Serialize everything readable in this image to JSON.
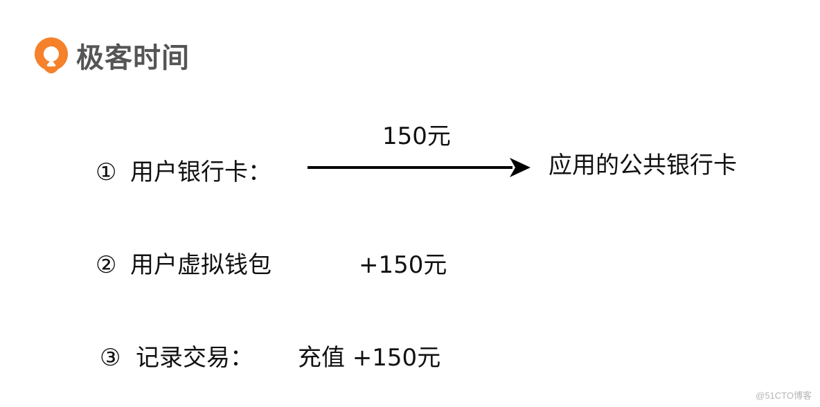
{
  "brand": {
    "name": "极客时间",
    "logo_color": "#F5812A",
    "text_color": "#555555"
  },
  "steps": [
    {
      "marker": "①",
      "label": "用户银行卡：",
      "amount": "150元",
      "target": "应用的公共银行卡"
    },
    {
      "marker": "②",
      "label": "用户虚拟钱包",
      "amount": "+150元"
    },
    {
      "marker": "③",
      "label": "记录交易：",
      "action": "充值 +150元"
    }
  ],
  "watermark": "@51CTO博客"
}
